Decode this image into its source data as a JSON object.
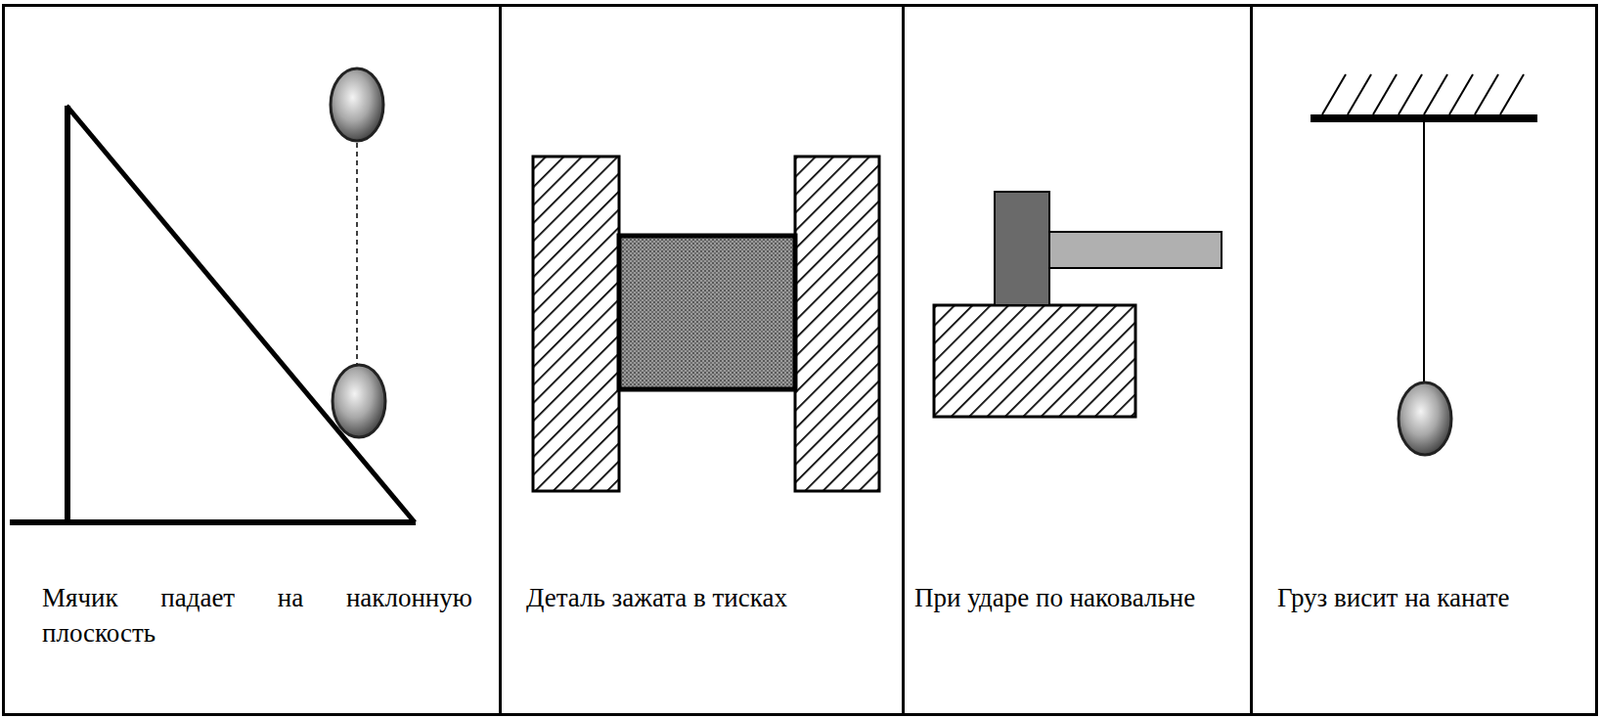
{
  "diagram": {
    "nodes": [
      {
        "text": [
          "Мячик падает на наклонную плоскость"
        ]
      },
      {
        "text": [
          "Деталь зажата в тисках"
        ]
      },
      {
        "text": [
          "При ударе по наковальне"
        ]
      },
      {
        "text": [
          "Груз висит на канате"
        ]
      }
    ]
  }
}
